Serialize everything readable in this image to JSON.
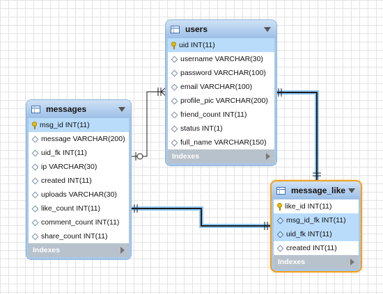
{
  "tables": {
    "users": {
      "title": "users",
      "indexes_label": "Indexes",
      "columns": [
        {
          "text": "uid INT(11)",
          "icon": "key-icon"
        },
        {
          "text": "username VARCHAR(30)",
          "icon": "column-diamond-icon"
        },
        {
          "text": "password VARCHAR(100)",
          "icon": "column-diamond-icon"
        },
        {
          "text": "email VARCHAR(100)",
          "icon": "column-diamond-icon"
        },
        {
          "text": "profile_pic VARCHAR(200)",
          "icon": "column-diamond-icon"
        },
        {
          "text": "friend_count INT(11)",
          "icon": "column-diamond-icon"
        },
        {
          "text": "status INT(1)",
          "icon": "column-diamond-icon"
        },
        {
          "text": "full_name VARCHAR(150)",
          "icon": "column-diamond-icon"
        }
      ]
    },
    "messages": {
      "title": "messages",
      "indexes_label": "Indexes",
      "columns": [
        {
          "text": "msg_id INT(11)",
          "icon": "key-icon"
        },
        {
          "text": "message VARCHAR(200)",
          "icon": "column-diamond-icon"
        },
        {
          "text": "uid_fk INT(11)",
          "icon": "column-diamond-icon"
        },
        {
          "text": "ip VARCHAR(30)",
          "icon": "column-diamond-icon"
        },
        {
          "text": "created INT(11)",
          "icon": "column-diamond-icon"
        },
        {
          "text": "uploads VARCHAR(30)",
          "icon": "column-diamond-icon"
        },
        {
          "text": "like_count INT(11)",
          "icon": "column-diamond-icon"
        },
        {
          "text": "comment_count INT(11)",
          "icon": "column-diamond-icon"
        },
        {
          "text": "share_count INT(11)",
          "icon": "column-diamond-icon"
        }
      ]
    },
    "message_like": {
      "title": "message_like",
      "indexes_label": "Indexes",
      "columns": [
        {
          "text": "like_id INT(11)",
          "icon": "key-icon"
        },
        {
          "text": "msg_id_fk INT(11)",
          "icon": "foreign-key-diamond-icon"
        },
        {
          "text": "uid_fk INT(11)",
          "icon": "foreign-key-diamond-icon"
        },
        {
          "text": "created INT(11)",
          "icon": "column-diamond-icon"
        }
      ]
    }
  },
  "colors": {
    "relation_line": "#1b1b1b",
    "relation_highlight": "#8ec5f5",
    "selection_border": "#f0a020"
  }
}
